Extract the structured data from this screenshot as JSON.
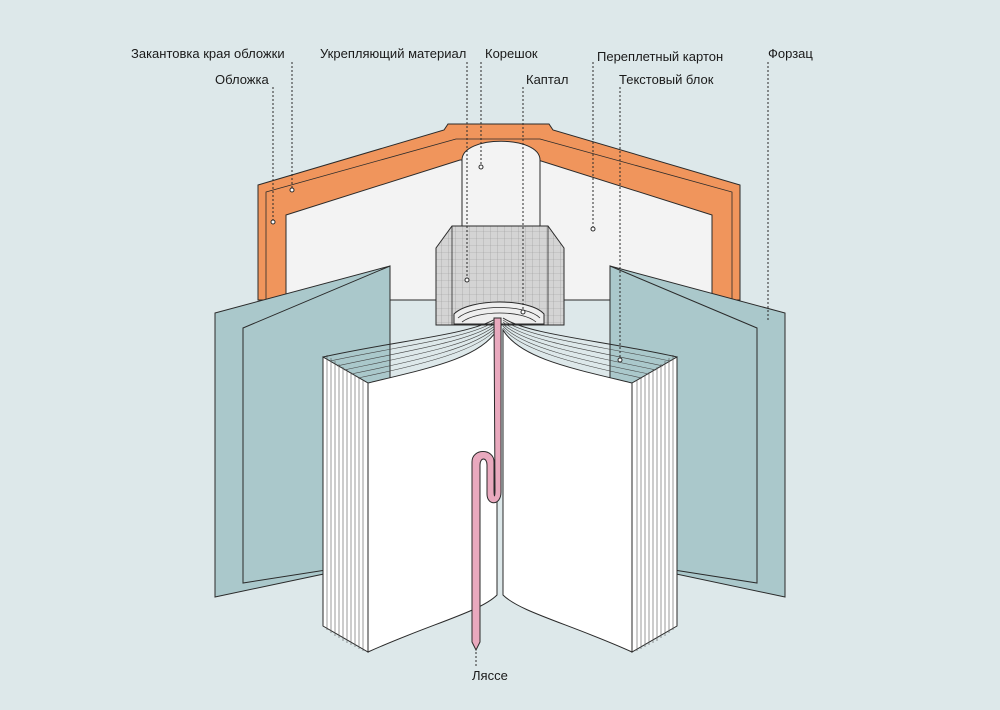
{
  "labels": {
    "edge_binding": "Закантовка края обложки",
    "cover": "Обложка",
    "reinforcing_material": "Укрепляющий материал",
    "spine": "Корешок",
    "headband": "Каптал",
    "binding_board": "Переплетный картон",
    "text_block": "Текстовый блок",
    "endpaper": "Форзац",
    "ribbon_marker": "Ляссе"
  },
  "colors": {
    "background": "#dde8ea",
    "cover": "#f0955c",
    "board": "#f3f3f3",
    "endpaper": "#aac8cb",
    "reinforcement": "#d2d2d2",
    "pages": "#ffffff",
    "ribbon": "#e9a9be",
    "outline": "#2a2a2a"
  }
}
